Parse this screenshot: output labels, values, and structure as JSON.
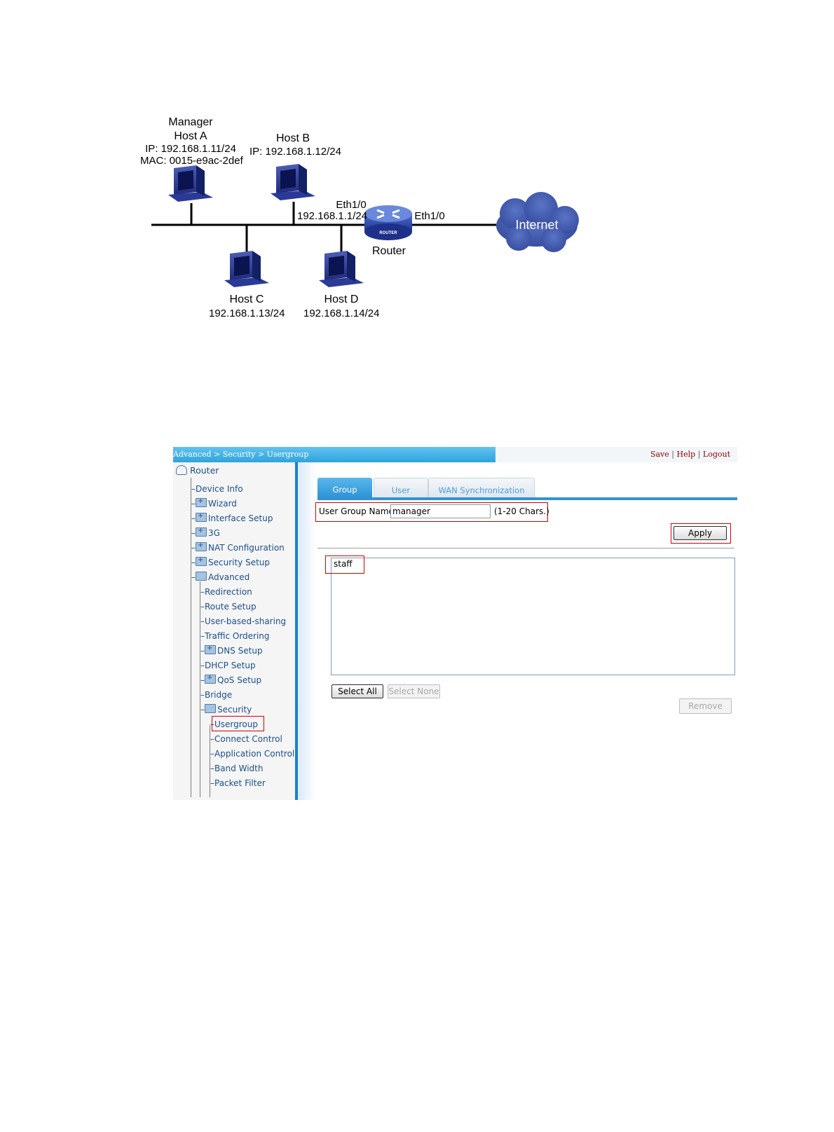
{
  "diagram": {
    "host_a": {
      "role": "Manager",
      "name": "Host A",
      "ip": "IP: 192.168.1.11/24",
      "mac": "MAC: 0015-e9ac-2def"
    },
    "host_b": {
      "name": "Host B",
      "ip": "IP: 192.168.1.12/24"
    },
    "host_c": {
      "name": "Host C",
      "ip": "192.168.1.13/24"
    },
    "host_d": {
      "name": "Host D",
      "ip": "192.168.1.14/24"
    },
    "router": {
      "name": "Router",
      "badge": "ROUTER",
      "lan_if": "Eth1/0",
      "lan_ip": "192.168.1.1/24",
      "wan_if": "Eth1/0"
    },
    "internet": "Internet"
  },
  "ui": {
    "breadcrumb": "Advanced > Security > Usergroup",
    "top_links": {
      "save": "Save",
      "help": "Help",
      "logout": "Logout",
      "sep": "|"
    },
    "tree": {
      "root": "Router",
      "items": [
        "Device Info",
        "Wizard",
        "Interface Setup",
        "3G",
        "NAT Configuration",
        "Security Setup",
        "Advanced",
        "Redirection",
        "Route Setup",
        "User-based-sharing",
        "Traffic Ordering",
        "DNS Setup",
        "DHCP Setup",
        "QoS Setup",
        "Bridge",
        "Security",
        "Usergroup",
        "Connect Control",
        "Application Control",
        "Band Width",
        "Packet Filter"
      ]
    },
    "tabs": [
      "Group",
      "User",
      "WAN Synchronization"
    ],
    "form": {
      "label": "User Group Name",
      "value": "manager",
      "hint": "(1-20 Chars.)",
      "apply": "Apply"
    },
    "groups": [
      "staff"
    ],
    "buttons": {
      "select_all": "Select All",
      "select_none": "Select None",
      "remove": "Remove"
    },
    "colors": {
      "accent": "#2f94d6",
      "highlight": "#d40000",
      "link": "#8b0000"
    }
  }
}
